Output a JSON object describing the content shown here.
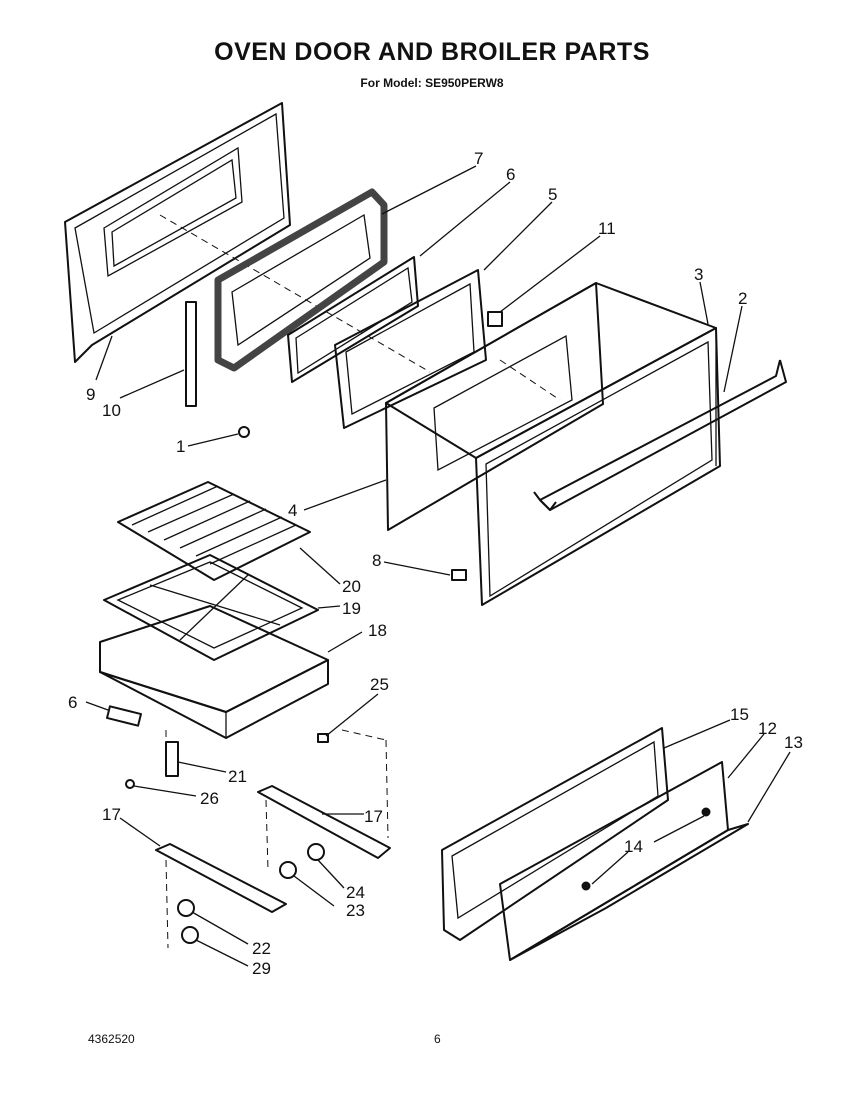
{
  "header": {
    "title": "OVEN DOOR AND BROILER PARTS",
    "subtitle": "For Model: SE950PERW8"
  },
  "footer": {
    "doc_number": "4362520",
    "page_number": "6"
  },
  "callouts": [
    "7",
    "6",
    "5",
    "11",
    "3",
    "2",
    "9",
    "10",
    "1",
    "4",
    "8",
    "20",
    "19",
    "18",
    "25",
    "6",
    "21",
    "26",
    "17",
    "17",
    "24",
    "23",
    "22",
    "29",
    "15",
    "12",
    "13",
    "14"
  ]
}
